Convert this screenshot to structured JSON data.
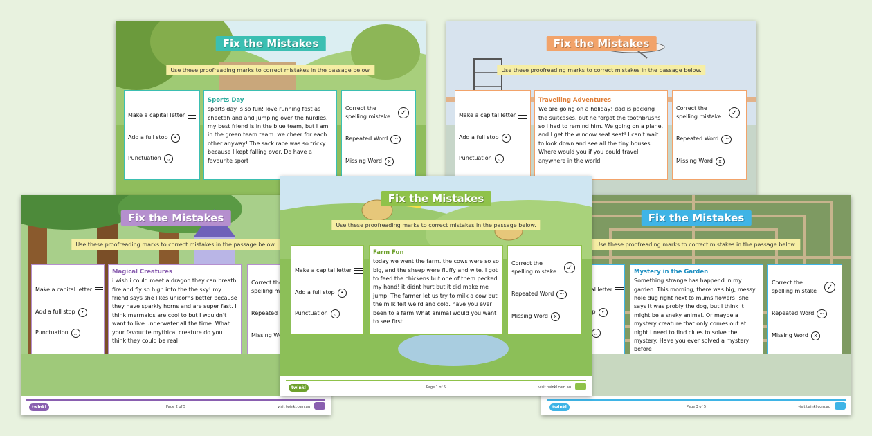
{
  "common": {
    "title": "Fix the Mistakes",
    "instructions": "Use these proofreading marks to correct mistakes in the passage below.",
    "capital_label": "Make a capital letter",
    "fullstop_label": "Add a full stop",
    "punctuation_label": "Punctuation",
    "spelling_label": "Correct the spelling mistake",
    "repeated_label": "Repeated Word",
    "missing_label": "Missing Word",
    "logo_text": "twinkl",
    "url_text": "visit twinkl.com.au",
    "page1": "Page 1 of 5",
    "page2": "Page 2 of 5",
    "page3": "Page 3 of 5"
  },
  "sheets": {
    "sports": {
      "story_title": "Sports Day",
      "story": "sports day is so fun! love running fast as cheetah and and jumping over the hurdles. my best friend is in the blue team, but I am in the green team team. we cheer for each other anyway! The sack race was so tricky because I kept falling over. Do have a favourite sport"
    },
    "travel": {
      "story_title": "Travelling Adventures",
      "story": "We are going on a holiday! dad is packing the suitcases, but he forgot the toothbrushs so I had to remind him. We going on a plane, and I get the window seat seat! I can't wait to look down and see all the tiny houses Where would you if you could travel anywhere in the world"
    },
    "magical": {
      "story_title": "Magical Creatures",
      "story": "i wish i could meet a dragon they can breath fire and fly so high into the the sky! my friend says she likes unicorns better because they have sparkly horns and are super fast. I think mermaids are cool to but I wouldn't want to live underwater all the time. What your favourite mythical creature do you think they could be real"
    },
    "farm": {
      "story_title": "Farm Fun",
      "story": "today we went the farm. the cows were so so big, and the sheep were fluffy and wite. I got to feed the chickens but one of them pecked my hand! it didnt hurt but it did make me jump. The farmer let us try to milk a cow but the milk felt weird and cold. have you ever been to a farm What animal would you want to see first"
    },
    "garden": {
      "story_title": "Mystery in the Garden",
      "story": "Something strange has happend in my garden. This morning, there was big, messy hole dug right next to mums flowers! she says it was probly the dog, but I think it might be a sneky animal. Or maybe a mystery creature that only comes out at night I need to find clues to solve the mystery. Have you ever solved a mystery before"
    }
  },
  "colors": {
    "sports": "#3bbfb2",
    "travel": "#f2a36a",
    "magical": "#b58fce",
    "farm": "#8fc24a",
    "garden": "#3fb4e6",
    "instr_bg": "#f6eea4"
  }
}
